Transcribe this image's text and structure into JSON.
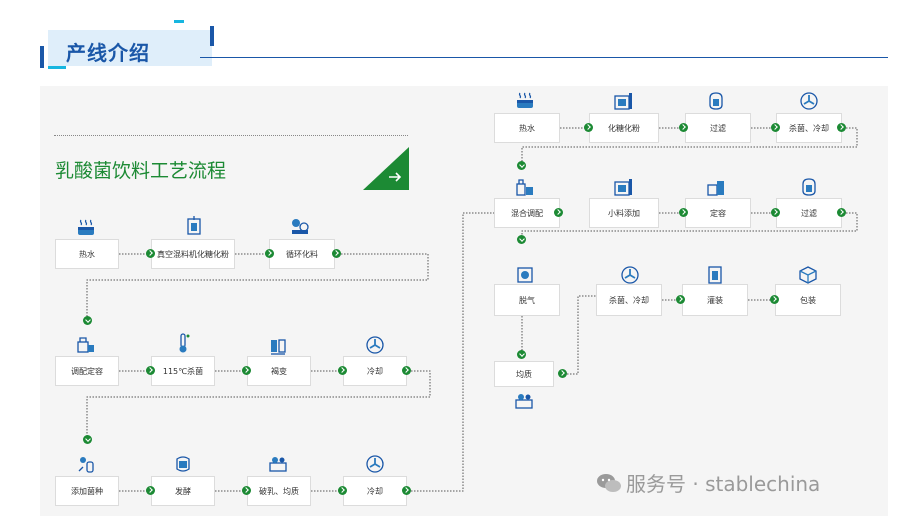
{
  "header": {
    "title": "产线介绍"
  },
  "diagram": {
    "title": "乳酸菌饮料工艺流程",
    "left_rows": [
      [
        "热水",
        "真空混料机化糖化粉",
        "循环化料"
      ],
      [
        "调配定容",
        "115℃杀菌",
        "褐变",
        "冷却"
      ],
      [
        "添加菌种",
        "发酵",
        "破乳、均质",
        "冷却"
      ]
    ],
    "right_rows": [
      [
        "热水",
        "化糖化粉",
        "过滤",
        "杀菌、冷却"
      ],
      [
        "混合调配",
        "小料添加",
        "定容",
        "过滤"
      ],
      [
        "脱气",
        "杀菌、冷却",
        "灌装",
        "包装"
      ],
      [
        "均质"
      ]
    ]
  },
  "watermark": {
    "text": "服务号 · stablechina"
  },
  "colors": {
    "accent": "#1c8a34",
    "header_blue": "#1a57a8",
    "header_bg": "#dfeefa"
  }
}
